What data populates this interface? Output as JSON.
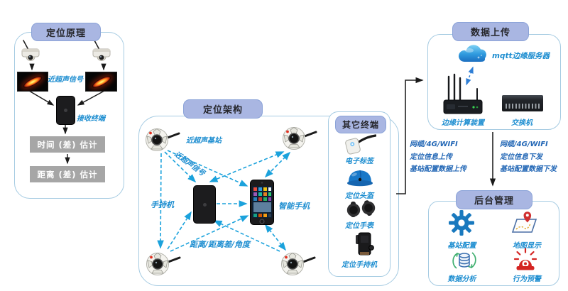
{
  "panels": {
    "principle": {
      "title": "定位原理",
      "signal_label": "近超声信号",
      "receiver_label": "接收终端",
      "time_box": "时间 (差) 估计",
      "distance_box": "距离 (差) 估计"
    },
    "architecture": {
      "title": "定位架构",
      "base_station_label": "近超声基站",
      "signal_label": "近超声信号",
      "handheld_label": "手持机",
      "smartphone_label": "智能手机",
      "measurement_label": "距离/距离差/角度"
    },
    "other_terminals": {
      "title": "其它终端",
      "items": [
        {
          "label": "电子标签"
        },
        {
          "label": "定位头盔"
        },
        {
          "label": "定位手表"
        },
        {
          "label": "定位手持机"
        }
      ]
    },
    "upload": {
      "title": "数据上传",
      "cloud_label": "mqtt边缘服务器",
      "edge_label": "边缘计算装置",
      "switch_label": "交换机"
    },
    "management": {
      "title": "后台管理",
      "items": [
        {
          "label": "基站配置"
        },
        {
          "label": "地图显示"
        },
        {
          "label": "数据分析"
        },
        {
          "label": "行为预警"
        }
      ]
    }
  },
  "connectors": {
    "upload_lines": [
      "网缆/4G/WIFI",
      "定位信息上传",
      "基站配置数据上传"
    ],
    "download_lines": [
      "网缆/4G/WIFI",
      "定位信息下发",
      "基站配置数据下发"
    ]
  },
  "icons": {
    "camera": "dome-camera-icon",
    "base_station": "ultrasonic-base-station-icon",
    "cloud": "cloud-icon",
    "gear": "gear-icon",
    "map": "map-pin-icon",
    "database": "database-sync-icon",
    "alarm": "alarm-icon"
  },
  "colors": {
    "panel_border": "#a5cbe2",
    "pill_fill": "#a9b6e2",
    "signal_cyan": "#1ba2dc",
    "label_blue": "#1c8dd0",
    "link_blue": "#2166b5",
    "gray_box": "#a6a6a6",
    "helmet_blue": "#1878c8",
    "gear_blue": "#1979be",
    "alarm_red": "#d42422"
  }
}
